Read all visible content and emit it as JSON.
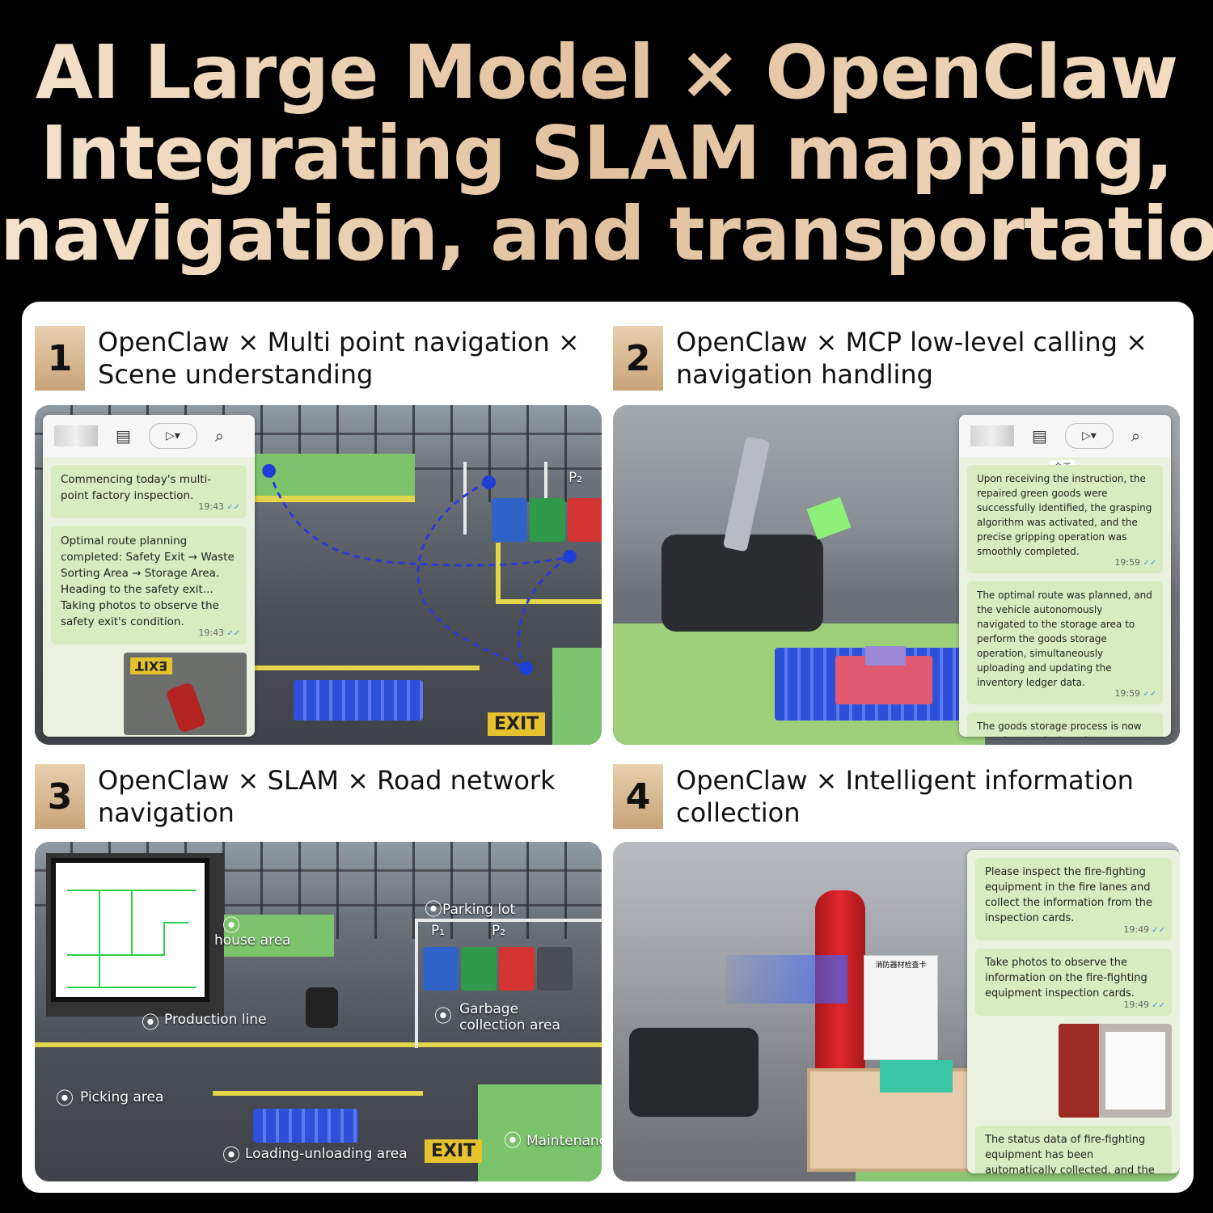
{
  "headline": {
    "line1": "AI Large Model × OpenClaw",
    "line2": "Integrating SLAM mapping,",
    "line3": "navigation, and transportation"
  },
  "sections": [
    {
      "number": "1",
      "title_line1": "OpenClaw × Multi point navigation ×",
      "title_line2": "Scene understanding",
      "chat": [
        {
          "text": "Commencing today's multi-point factory inspection.",
          "time": "19:43"
        },
        {
          "text": "Optimal route planning completed: Safety Exit → Waste Sorting Area → Storage Area. Heading to the safety exit... Taking photos to observe the safety exit's condition.",
          "time": "19:43"
        }
      ],
      "scene_labels": {
        "parking": "P₂",
        "exit": "EXIT",
        "photo_exit": "EXIT"
      }
    },
    {
      "number": "2",
      "title_line1": "OpenClaw × MCP low-level calling ×",
      "title_line2": "navigation handling",
      "chat": [
        {
          "text": "Upon receiving the instruction, the repaired green goods were successfully identified, the grasping algorithm was activated, and the precise gripping operation was smoothly completed.",
          "time": "19:59"
        },
        {
          "text": "The optimal route was planned, and the vehicle autonomously navigated to the storage area to perform the goods storage operation, simultaneously uploading and updating the inventory ledger data.",
          "time": "19:59"
        },
        {
          "text": "The goods storage process is now complete, and a brand-new inventory statistics form has been automatically generated, which can be viewed and verified at any time.",
          "time": ""
        }
      ],
      "today_tag": "今天"
    },
    {
      "number": "3",
      "title_line1": "OpenClaw × SLAM × Road network",
      "title_line2": "navigation",
      "labels": {
        "warehouse": "house area",
        "parking": "Parking lot",
        "p1": "P₁",
        "p2": "P₂",
        "garbage": "Garbage collection area",
        "production": "Production line",
        "picking": "Picking area",
        "loading": "Loading-unloading area",
        "maintenance": "Maintenanc",
        "exit": "EXIT"
      }
    },
    {
      "number": "4",
      "title_line1": "OpenClaw × Intelligent information",
      "title_line2": "collection",
      "chat": [
        {
          "text": "Please inspect the fire-fighting equipment in the fire lanes and collect the information from the inspection cards.",
          "time": "19:49"
        },
        {
          "text": "Take photos to observe the information on the fire-fighting equipment inspection cards.",
          "time": "19:49"
        },
        {
          "text": "The status data of fire-fighting equipment has been automatically collected, and the fire-fighting equipment inspection report has been sent simultaneously. Please check.",
          "time": ""
        }
      ],
      "card_title": "消防器材检查卡"
    }
  ],
  "icons": [
    "store-icon",
    "label-icon",
    "chevron-down-icon",
    "search-icon",
    "map-pin-icon"
  ],
  "colors": {
    "background": "#000000",
    "accent": "#d9b48c",
    "chat_bubble": "#d7ecc0"
  }
}
